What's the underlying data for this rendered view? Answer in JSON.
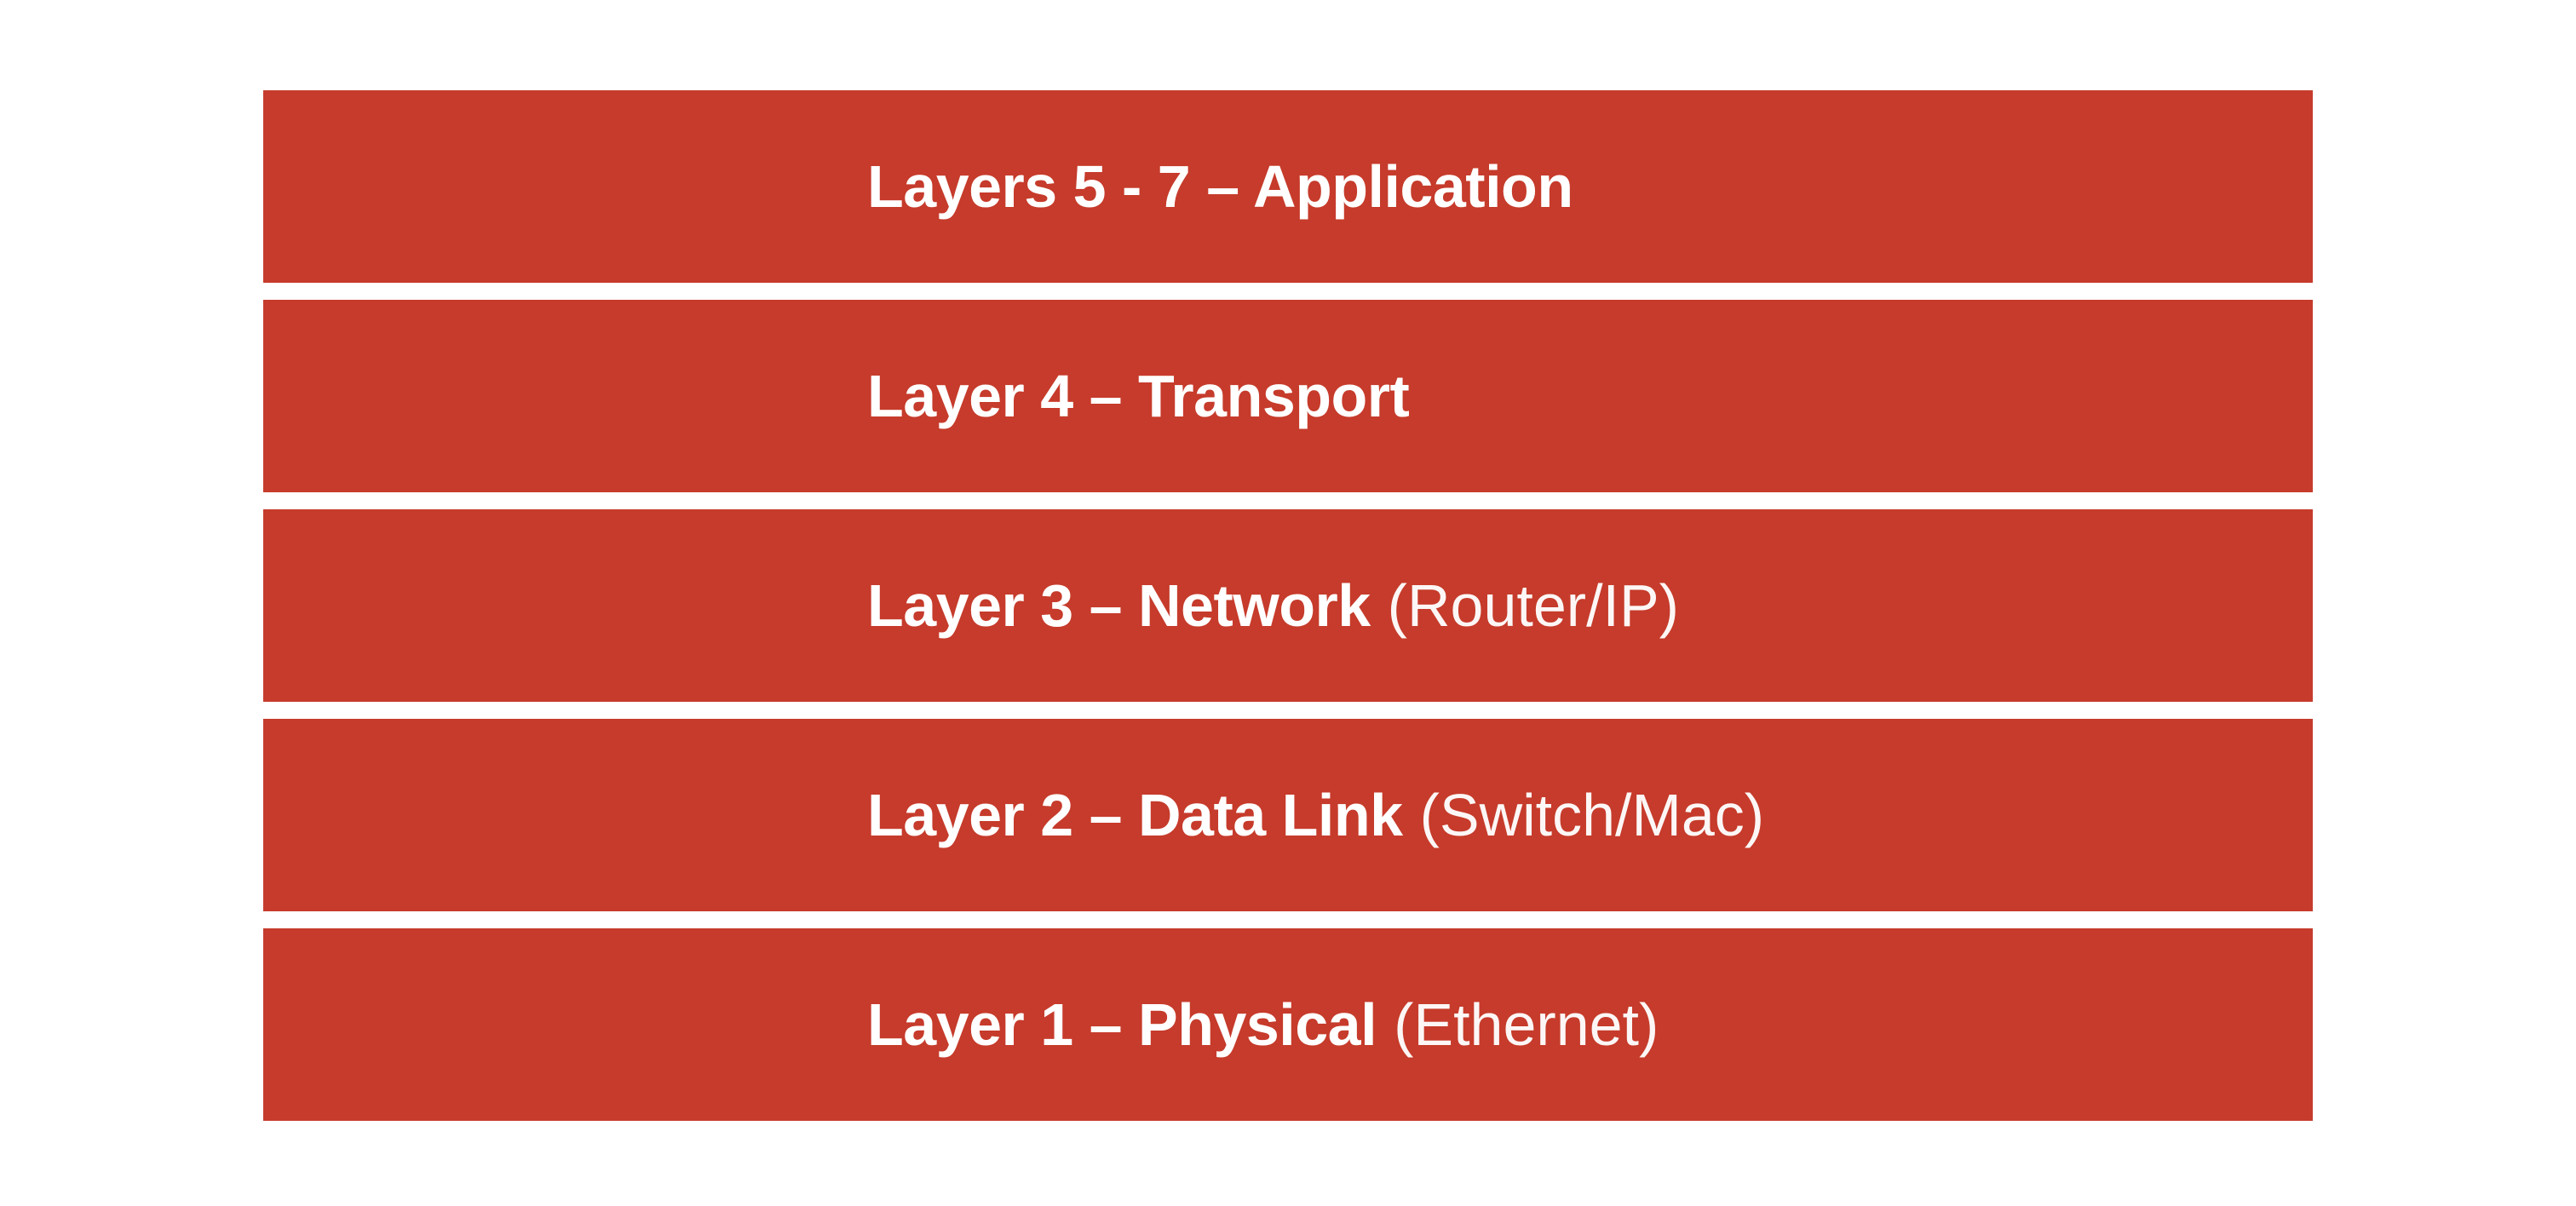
{
  "diagram": {
    "colors": {
      "background": "#ffffff",
      "bar": "#c63b2b",
      "text": "#ffffff"
    },
    "layers": [
      {
        "id": "application",
        "main": "Layers 5 - 7 – Application",
        "detail": ""
      },
      {
        "id": "transport",
        "main": "Layer 4 – Transport",
        "detail": ""
      },
      {
        "id": "network",
        "main": "Layer 3 – Network",
        "detail": "(Router/IP)"
      },
      {
        "id": "data-link",
        "main": "Layer 2 – Data Link",
        "detail": "(Switch/Mac)"
      },
      {
        "id": "physical",
        "main": "Layer 1 – Physical",
        "detail": "(Ethernet)"
      }
    ]
  }
}
